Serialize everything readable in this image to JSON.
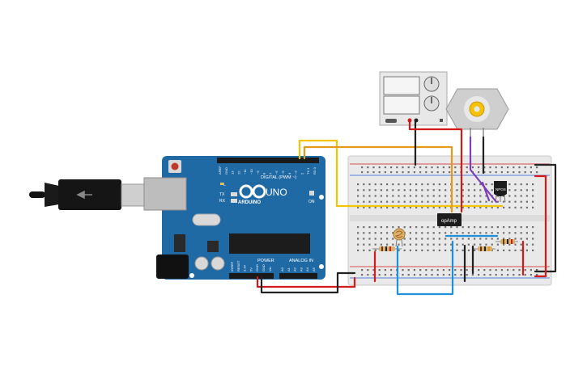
{
  "arduino": {
    "brand": "ARDUINO",
    "model": "UNO",
    "on_label": "ON",
    "led_l": "L",
    "led_tx": "TX",
    "led_rx": "RX",
    "digital_label": "DIGITAL (PWM ~)",
    "power_label": "POWER",
    "analog_label": "ANALOG IN",
    "digital_pins": [
      "AREF",
      "GND",
      "13",
      "12",
      "~11",
      "~10",
      "~9",
      "8",
      "7",
      "~6",
      "~5",
      "4",
      "~3",
      "2",
      "TX 1",
      "RX 0"
    ],
    "power_pins": [
      "IOREF",
      "RESET",
      "3.3V",
      "5V",
      "GND",
      "GND",
      "Vin"
    ],
    "analog_pins": [
      "A0",
      "A1",
      "A2",
      "A3",
      "A4",
      "A5"
    ]
  },
  "opamp": {
    "label": "opAmp"
  },
  "transistor": {
    "label": "NPOS"
  },
  "colors": {
    "arduino_board": "#1f6aa5",
    "breadboard": "#e9e9e9",
    "wire_yellow": "#f2c500",
    "wire_orange": "#e39a1a",
    "wire_red": "#d21a1a",
    "wire_black": "#222222",
    "wire_blue": "#1e8fd8",
    "wire_purple": "#7c3fb5",
    "motor_gear": "#f4c20d"
  }
}
